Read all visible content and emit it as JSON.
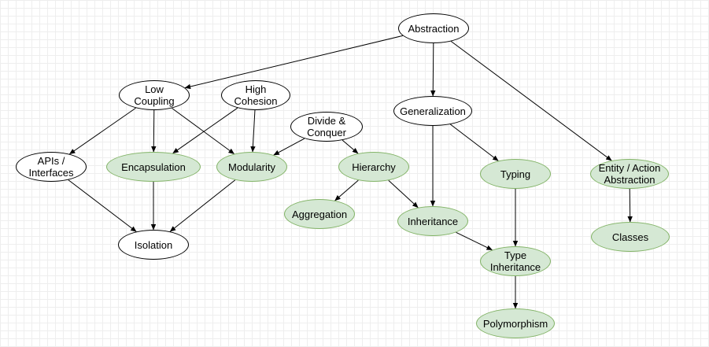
{
  "diagram": {
    "colors": {
      "plain_fill": "#ffffff",
      "plain_stroke": "#000000",
      "green_fill": "#d5e8d4",
      "green_stroke": "#82b366",
      "edge": "#000000"
    },
    "nodes": {
      "abstraction": {
        "label": "Abstraction",
        "style": "plain"
      },
      "low_coupling": {
        "label": "Low\nCoupling",
        "style": "plain"
      },
      "high_cohesion": {
        "label": "High\nCohesion",
        "style": "plain"
      },
      "divide_conquer": {
        "label": "Divide &\nConquer",
        "style": "plain"
      },
      "generalization": {
        "label": "Generalization",
        "style": "plain"
      },
      "apis_interfaces": {
        "label": "APIs /\nInterfaces",
        "style": "plain"
      },
      "encapsulation": {
        "label": "Encapsulation",
        "style": "green"
      },
      "modularity": {
        "label": "Modularity",
        "style": "green"
      },
      "hierarchy": {
        "label": "Hierarchy",
        "style": "green"
      },
      "typing": {
        "label": "Typing",
        "style": "green"
      },
      "entity_action_abstraction": {
        "label": "Entity / Action\nAbstraction",
        "style": "green"
      },
      "aggregation": {
        "label": "Aggregation",
        "style": "green"
      },
      "inheritance": {
        "label": "Inheritance",
        "style": "green"
      },
      "isolation": {
        "label": "Isolation",
        "style": "plain"
      },
      "type_inheritance": {
        "label": "Type\nInheritance",
        "style": "green"
      },
      "classes": {
        "label": "Classes",
        "style": "green"
      },
      "polymorphism": {
        "label": "Polymorphism",
        "style": "green"
      }
    },
    "edges": [
      {
        "from": "abstraction",
        "to": "low_coupling"
      },
      {
        "from": "abstraction",
        "to": "generalization"
      },
      {
        "from": "abstraction",
        "to": "entity_action_abstraction"
      },
      {
        "from": "low_coupling",
        "to": "apis_interfaces"
      },
      {
        "from": "low_coupling",
        "to": "encapsulation"
      },
      {
        "from": "low_coupling",
        "to": "modularity"
      },
      {
        "from": "high_cohesion",
        "to": "encapsulation"
      },
      {
        "from": "high_cohesion",
        "to": "modularity"
      },
      {
        "from": "divide_conquer",
        "to": "modularity"
      },
      {
        "from": "divide_conquer",
        "to": "hierarchy"
      },
      {
        "from": "generalization",
        "to": "inheritance"
      },
      {
        "from": "generalization",
        "to": "typing"
      },
      {
        "from": "apis_interfaces",
        "to": "isolation"
      },
      {
        "from": "encapsulation",
        "to": "isolation"
      },
      {
        "from": "modularity",
        "to": "isolation"
      },
      {
        "from": "hierarchy",
        "to": "aggregation"
      },
      {
        "from": "hierarchy",
        "to": "inheritance"
      },
      {
        "from": "inheritance",
        "to": "type_inheritance"
      },
      {
        "from": "typing",
        "to": "type_inheritance"
      },
      {
        "from": "type_inheritance",
        "to": "polymorphism"
      },
      {
        "from": "entity_action_abstraction",
        "to": "classes"
      }
    ]
  }
}
